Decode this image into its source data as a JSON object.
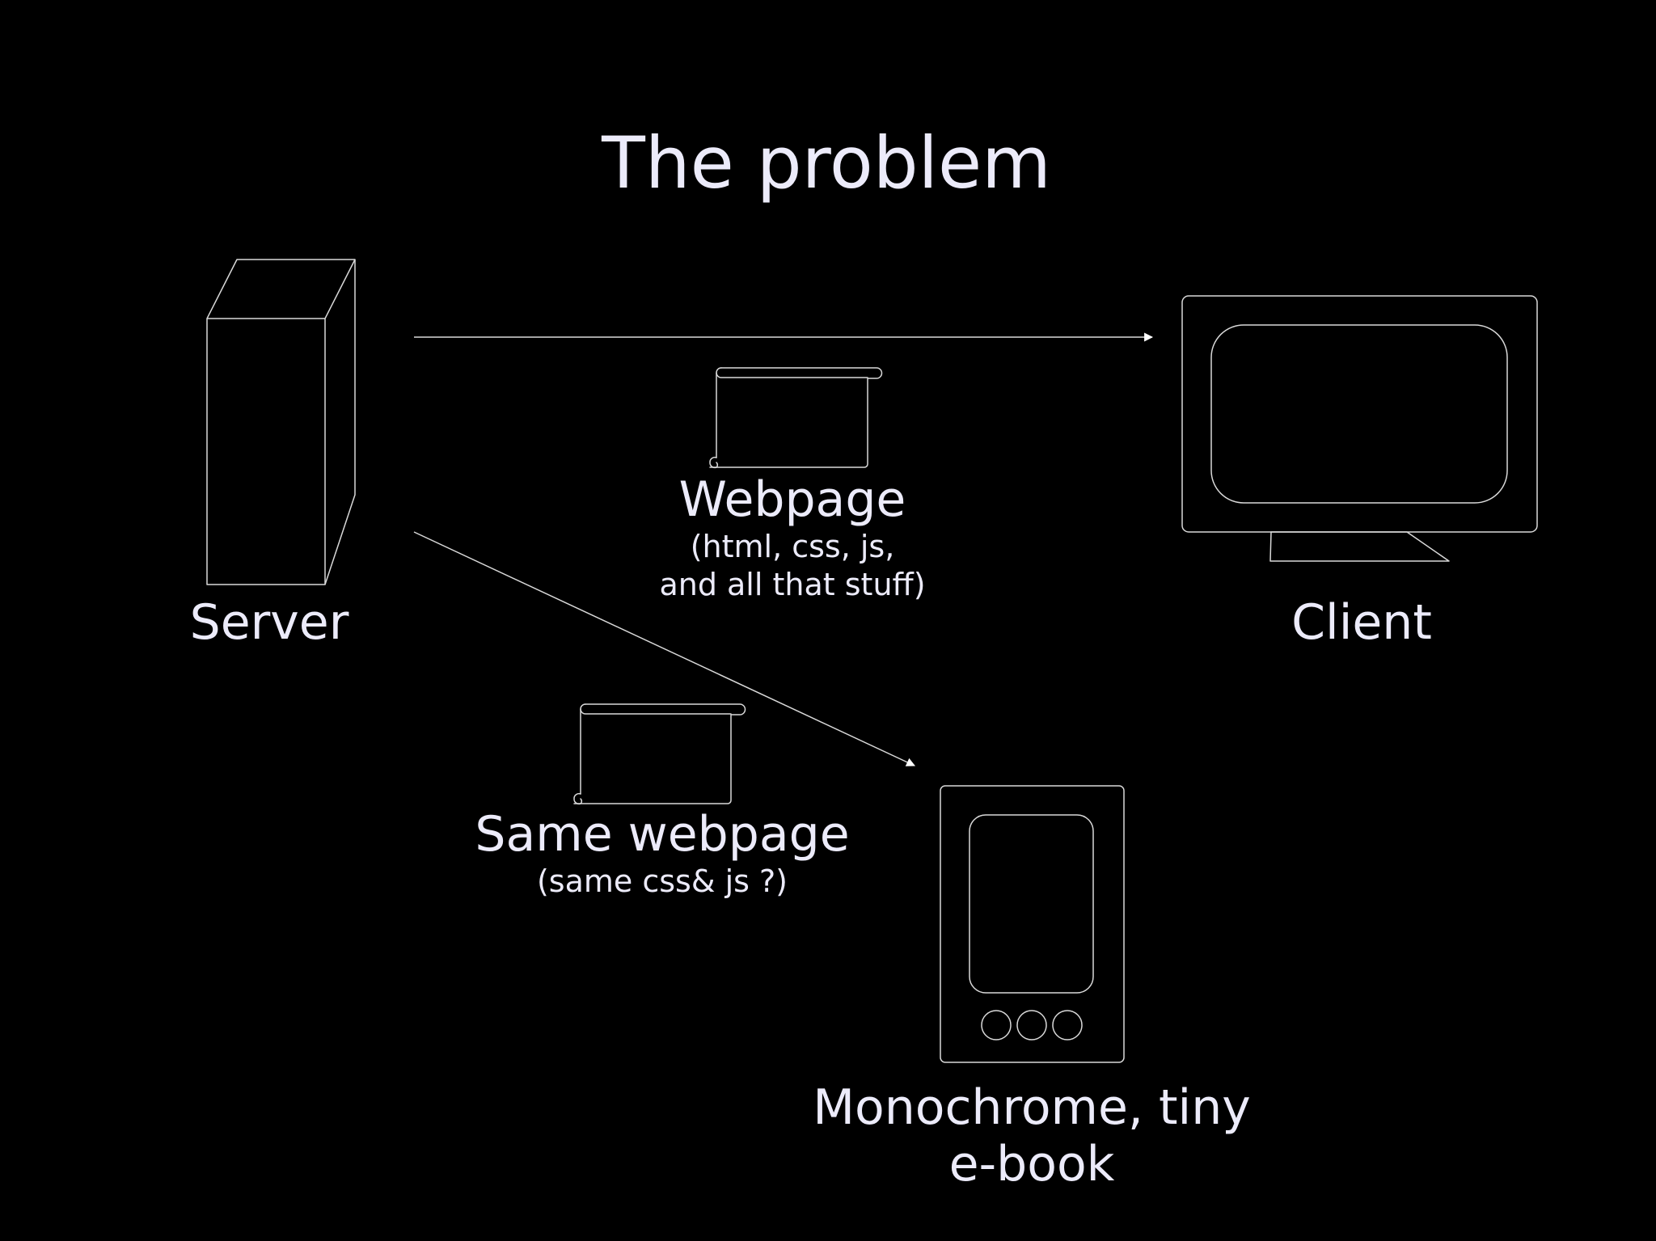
{
  "slide": {
    "title": "The problem",
    "background_color": "#000000",
    "text_color": "#ecebfa",
    "line_color": "#d9d9d9"
  },
  "nodes": {
    "server": {
      "label": "Server",
      "icon": "server-tower-icon"
    },
    "client": {
      "label": "Client",
      "icon": "monitor-icon"
    },
    "ebook": {
      "label_line1": "Monochrome, tiny",
      "label_line2": "e-book",
      "icon": "ebook-reader-icon"
    }
  },
  "payloads": {
    "webpage": {
      "label": "Webpage",
      "sub_line1": "(html, css, js,",
      "sub_line2": "and all that stuff)",
      "icon": "scroll-document-icon"
    },
    "same_webpage": {
      "label": "Same webpage",
      "sub_line1": "(same css& js ?)",
      "icon": "scroll-document-icon"
    }
  },
  "edges": [
    {
      "from": "Server",
      "to": "Client",
      "carries": "Webpage"
    },
    {
      "from": "Server",
      "to": "Monochrome, tiny e-book",
      "carries": "Same webpage"
    }
  ]
}
